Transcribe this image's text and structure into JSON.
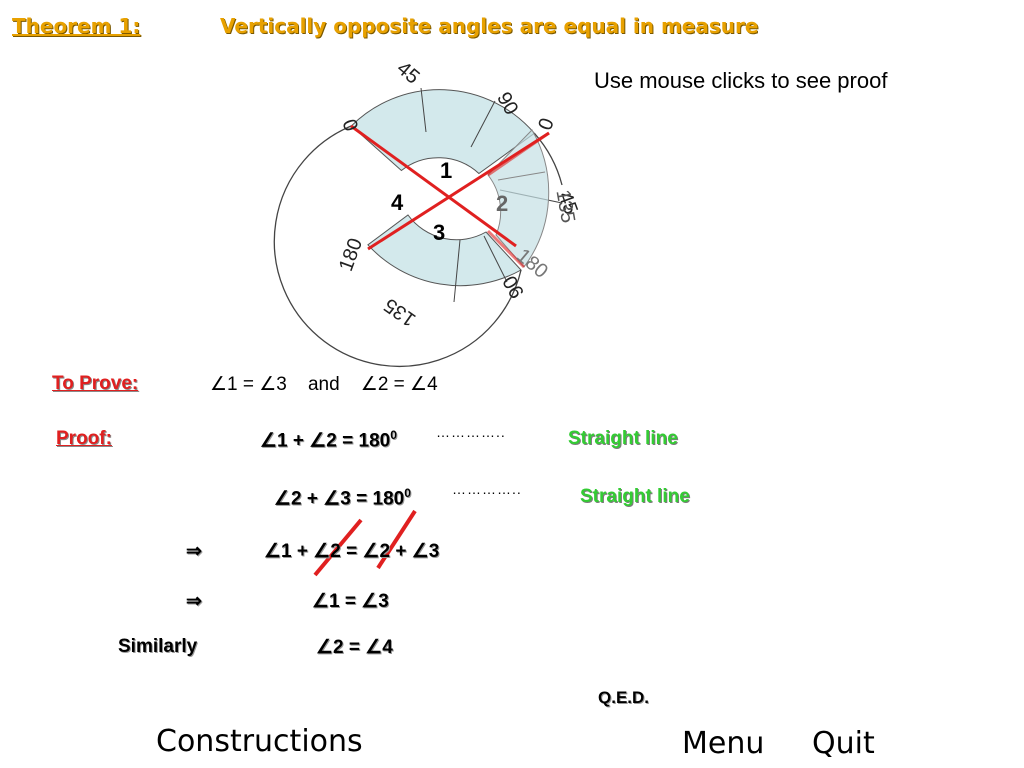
{
  "header": {
    "theorem_label": "Theorem 1:",
    "theorem_statement": "Vertically opposite angles are equal in measure"
  },
  "hint": "Use mouse clicks to see proof",
  "figure": {
    "angle_labels": [
      "1",
      "2",
      "3",
      "4"
    ],
    "protractor_left_ticks": [
      "0",
      "45",
      "90",
      "135",
      "180"
    ],
    "protractor_right_ticks": [
      "0",
      "45",
      "90",
      "135",
      "180"
    ],
    "protractor_color": "#d3e9ec",
    "line_color": "#e02020"
  },
  "to_prove": {
    "label": "To Prove:",
    "statement": "∠1 = ∠3    and    ∠2 = ∠4"
  },
  "proof": {
    "label": "Proof:",
    "steps": [
      {
        "lhs": "∠1 + ∠2 = 180",
        "sup": "0",
        "dots": "…………..",
        "reason": "Straight line"
      },
      {
        "lhs": "∠2 + ∠3 = 180",
        "sup": "0",
        "dots": "…………..",
        "reason": "Straight line"
      }
    ],
    "implies_symbol": "⇒",
    "combined": "∠1 + ∠2 = ∠2 + ∠3",
    "result": "∠1 = ∠3",
    "similarly_label": "Similarly",
    "similarly_result": "∠2 = ∠4",
    "qed": "Q.E.D."
  },
  "nav": {
    "constructions": "Constructions",
    "menu": "Menu",
    "quit": "Quit"
  }
}
